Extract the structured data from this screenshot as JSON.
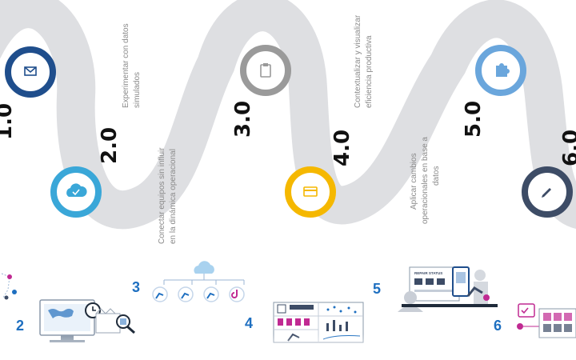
{
  "milestones": [
    {
      "version": "1.0",
      "color": "#1f4e8c",
      "icon": "envelope-icon",
      "description": [
        "Experimentar con datos",
        "simulados"
      ]
    },
    {
      "version": "2.0",
      "color": "#3aa7d8",
      "icon": "cloud-check-icon",
      "description": [
        "Conectar equipos sin influir",
        "en la dinámica operacional"
      ]
    },
    {
      "version": "3.0",
      "color": "#9a9a9a",
      "icon": "clipboard-icon",
      "description": [
        "Contextualizar y visualizar",
        "eficiencia productiva"
      ]
    },
    {
      "version": "4.0",
      "color": "#f5b800",
      "icon": "card-icon",
      "description": []
    },
    {
      "version": "5.0",
      "color": "#6aa6dc",
      "icon": "puzzle-icon",
      "description": [
        "Aplicar cambios",
        "operacionales en base a",
        "datos"
      ]
    },
    {
      "version": "6.0",
      "color": "#3d4c66",
      "icon": "pencil-icon",
      "description": []
    }
  ],
  "steps": [
    {
      "number": "2"
    },
    {
      "number": "3"
    },
    {
      "number": "4"
    },
    {
      "number": "5",
      "panel_text": "REPAIR STATUS"
    },
    {
      "number": "6"
    }
  ],
  "colors": {
    "road": "#dedfe2",
    "accent_blue": "#1e6fc0",
    "accent_purple": "#c02a92"
  }
}
